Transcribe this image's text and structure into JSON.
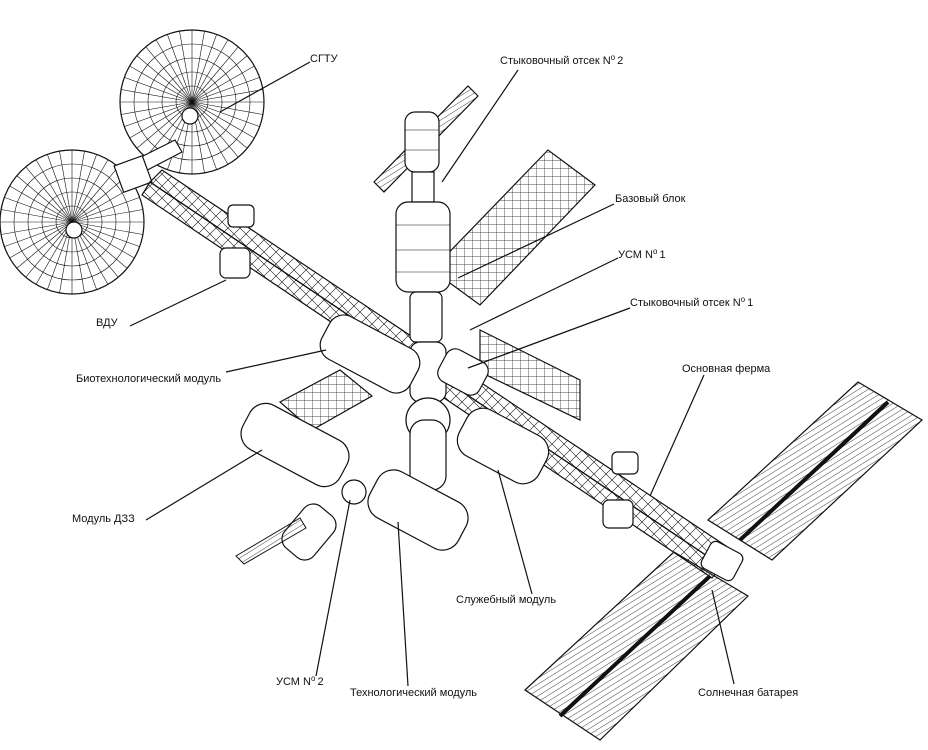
{
  "labels": {
    "sgtu": "СГТУ",
    "docking2": "Стыковочный отсек N",
    "docking2_sup": "о",
    "docking2_num": "2",
    "base_block": "Базовый блок",
    "usm1": "УСМ N",
    "usm1_sup": "о",
    "usm1_num": "1",
    "docking1": "Стыковочный отсек N",
    "docking1_sup": "о",
    "docking1_num": "1",
    "vdu": "ВДУ",
    "biotech": "Биотехнологический модуль",
    "main_truss": "Основная ферма",
    "dzz": "Модуль ДЗЗ",
    "service": "Служебный модуль",
    "usm2": "УСМ N",
    "usm2_sup": "о",
    "usm2_num": "2",
    "techno": "Технологический модуль",
    "solar": "Солнечная батарея"
  },
  "colors": {
    "ink": "#111111",
    "paper": "#ffffff"
  }
}
